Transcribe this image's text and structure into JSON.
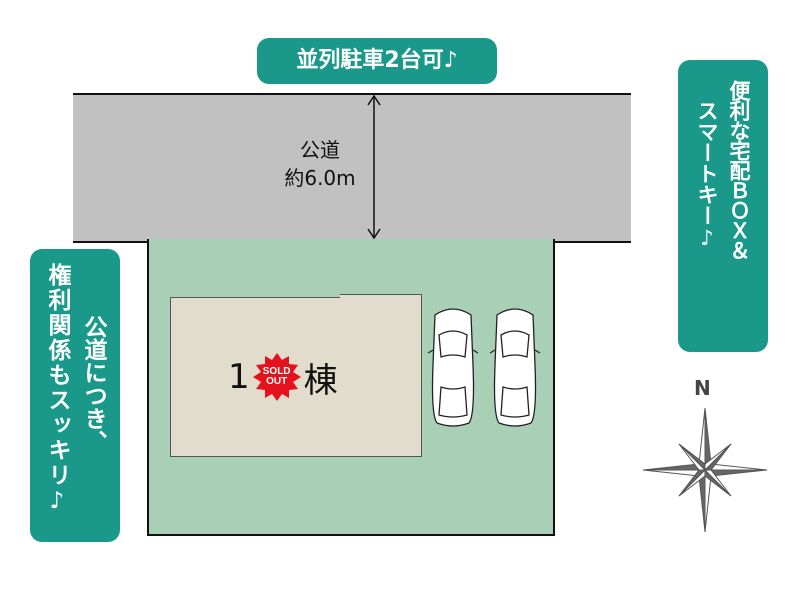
{
  "top_banner": "並列駐車2台可♪",
  "road": {
    "label": "公道",
    "width": "約6.0m"
  },
  "building": {
    "label_prefix": "1",
    "label_suffix": "棟",
    "sold_out": "SOLD OUT"
  },
  "left_banner": {
    "col1": "公道につき、",
    "col2": "権利関係もスッキリ♪"
  },
  "right_banner": {
    "col1": "便利な宅配ＢＯＸ＆",
    "col2": "スマートキー♪"
  },
  "compass": {
    "north": "N"
  },
  "colors": {
    "teal": "#1a998b",
    "road": "#c1c1c1",
    "lot": "#a9cfb7",
    "house": "#e2dccc"
  }
}
